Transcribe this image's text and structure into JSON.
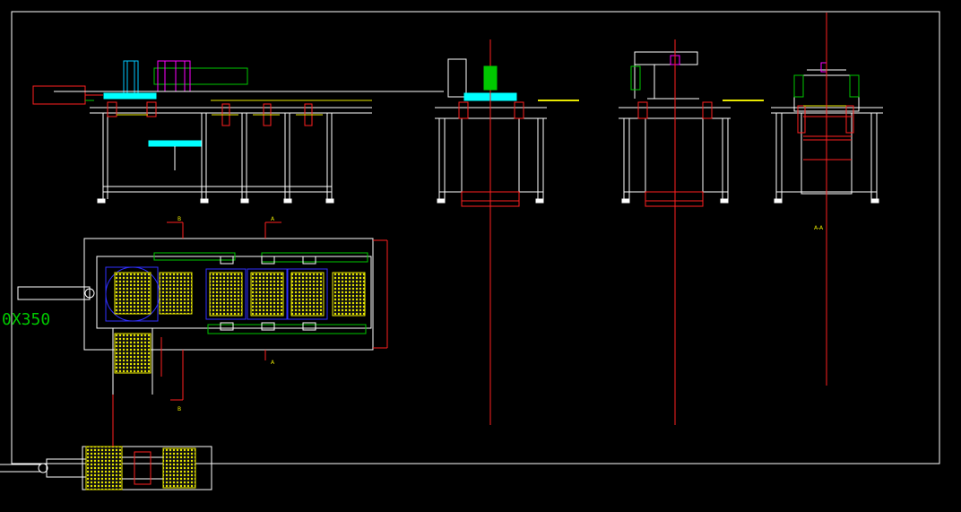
{
  "drawing": {
    "dimension_text": "0X350",
    "section_marks": [
      "B",
      "A",
      "A",
      "B"
    ],
    "section_view_label": "A-A"
  },
  "colors": {
    "background": "#000000",
    "frame": "#ffffff",
    "centerline": "#ff0000",
    "conveyor": "#00ffff",
    "tray_fill": "#e8e800",
    "highlight_blue": "#3030ff",
    "green": "#00c800",
    "magenta": "#ff00ff",
    "dim_red": "#ff2020"
  },
  "icons": [
    "cylinder-icon",
    "motor-icon",
    "tray-icon"
  ]
}
